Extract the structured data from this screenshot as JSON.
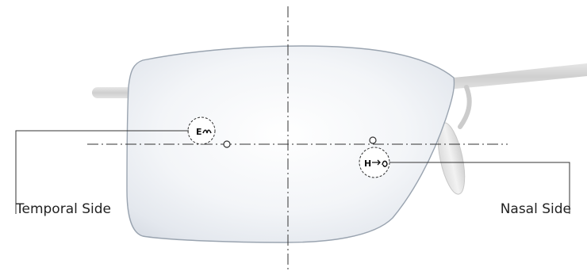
{
  "labels": {
    "temporal_side": "Temporal Side",
    "nasal_side": "Nasal Side"
  },
  "markings": {
    "temporal_engraving": "E",
    "nasal_engraving": "H"
  }
}
